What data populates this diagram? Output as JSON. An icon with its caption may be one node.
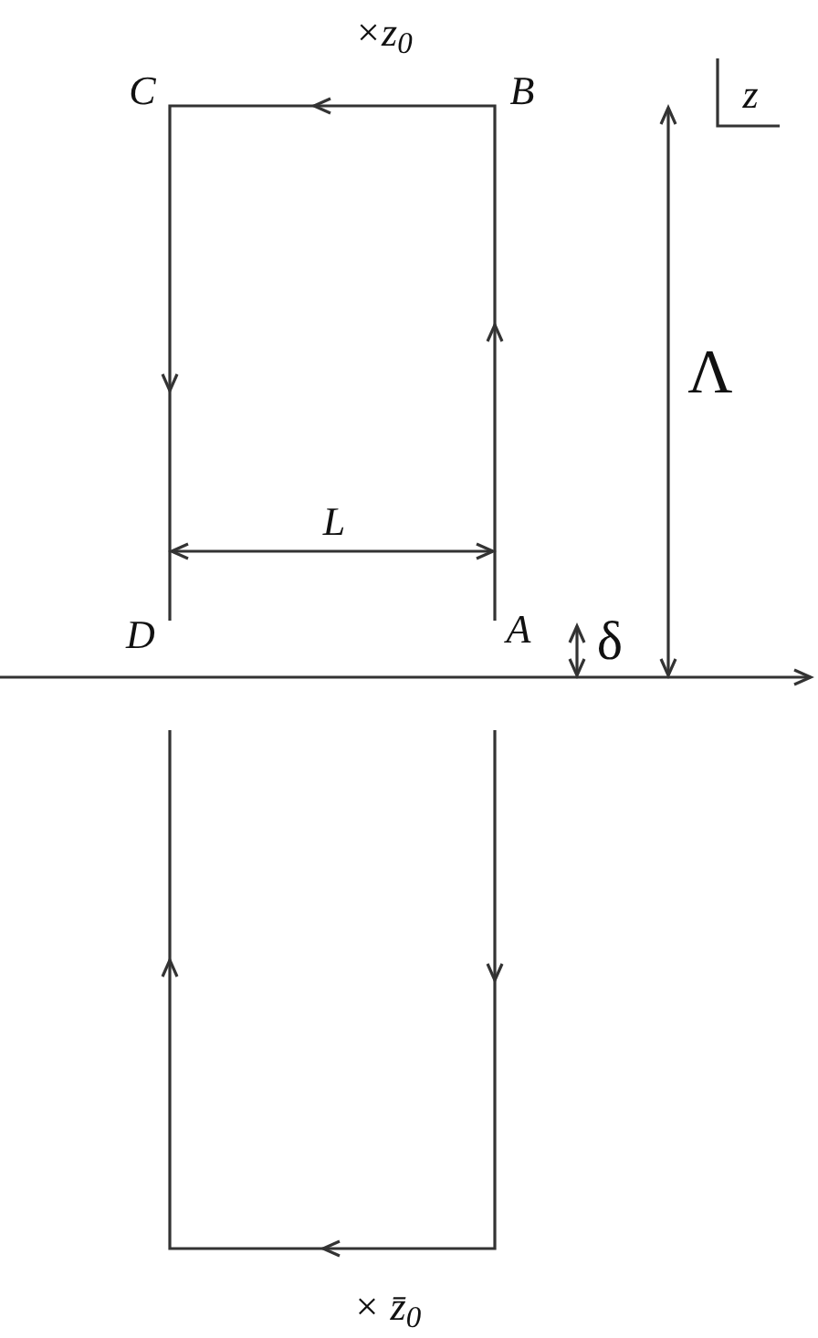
{
  "diagram": {
    "labels": [
      "×z$_{0}$",
      "C",
      "B",
      "z",
      "Λ",
      "L",
      "D",
      "A",
      "δ",
      "× z̄$_{0}$"
    ]
  }
}
